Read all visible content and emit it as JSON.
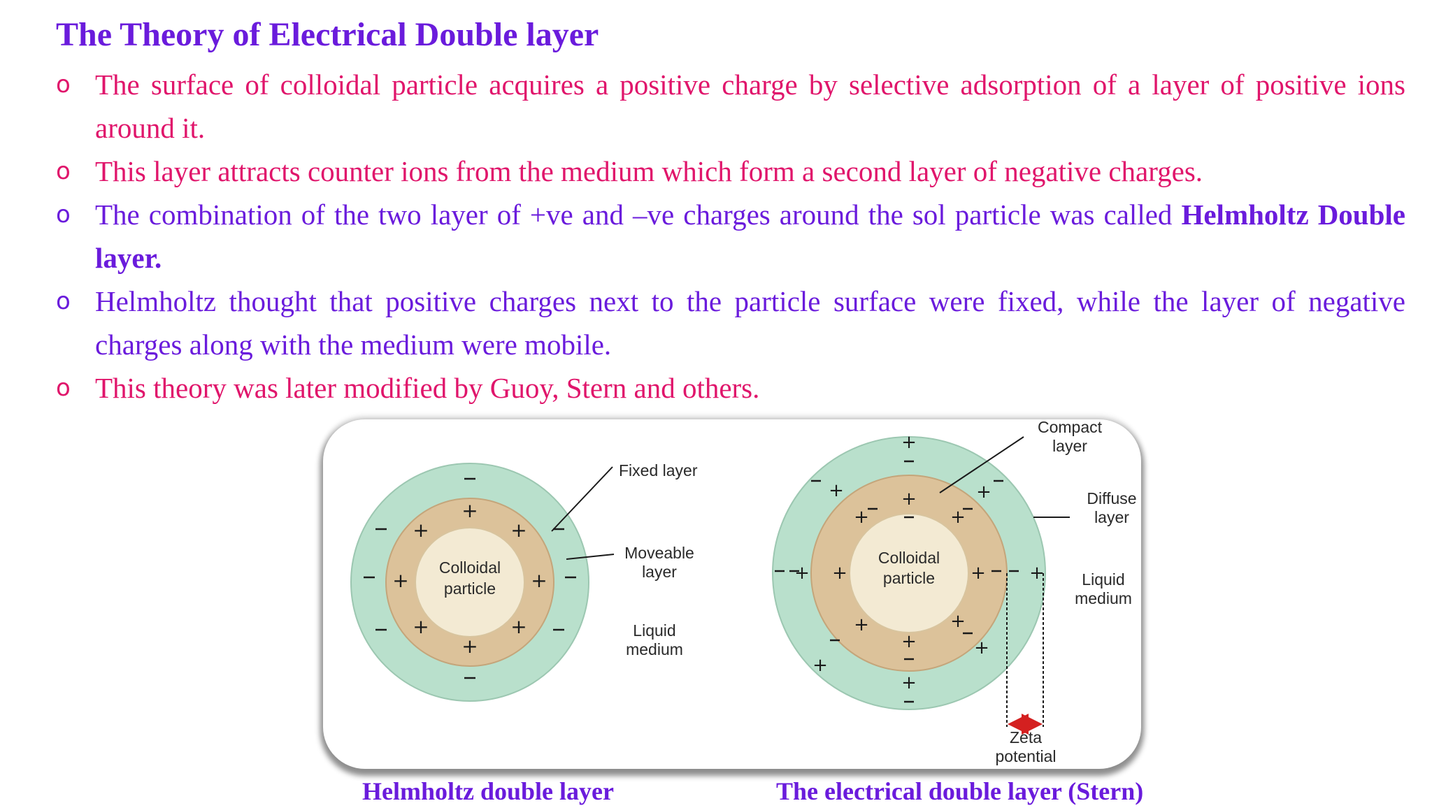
{
  "title": "The Theory of Electrical Double layer",
  "bullets": [
    {
      "marker": "o",
      "text": "The surface of colloidal particle acquires a positive charge by selective adsorption of a layer of positive ions around it.",
      "bold": ""
    },
    {
      "marker": "o",
      "text": "This layer attracts counter ions from the medium which form a second layer of negative charges.",
      "bold": ""
    },
    {
      "marker": "o",
      "text": "The combination of the two layer of +ve and –ve charges around the sol particle was called ",
      "bold": "Helmholtz Double layer."
    },
    {
      "marker": "o",
      "text": "Helmholtz thought that positive charges next to the particle surface were fixed, while the layer of negative charges along with the medium were mobile.",
      "bold": ""
    },
    {
      "marker": "o",
      "text": "This theory was later modified by Guoy, Stern and others.",
      "bold": ""
    }
  ],
  "helmholtz_diagram": {
    "particle_label": [
      "Colloidal",
      "particle"
    ],
    "fixed_layer": "Fixed layer",
    "moveable_layer": [
      "Moveable",
      "layer"
    ],
    "liquid_medium": [
      "Liquid",
      "medium"
    ],
    "caption": "Helmholtz double layer"
  },
  "stern_diagram": {
    "particle_label": [
      "Colloidal",
      "particle"
    ],
    "compact_layer": [
      "Compact",
      "layer"
    ],
    "diffuse_layer": [
      "Diffuse",
      "layer"
    ],
    "liquid_medium": [
      "Liquid",
      "medium"
    ],
    "zeta_potential": [
      "Zeta",
      "potential"
    ],
    "caption": "The electrical double layer (Stern)"
  },
  "colors": {
    "heading": "#6a1bdc",
    "pink_text": "#e0156b",
    "purple_text": "#6a1bdc",
    "outer_ring": "#b9e0cc",
    "inner_ring": "#dcc29a",
    "core": "#f3ead3",
    "zeta_arrow": "#d42020"
  }
}
